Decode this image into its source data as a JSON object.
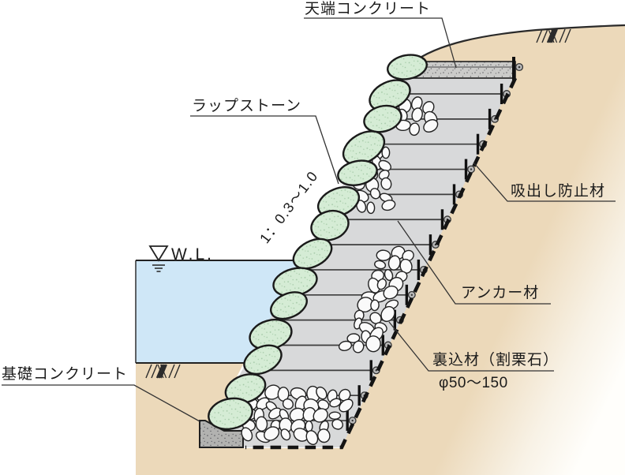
{
  "diagram": {
    "labels": {
      "crown_concrete": "天端コンクリート",
      "wrap_stone": "ラップストーン",
      "suction_prevention": "吸出し防止材",
      "anchor_material": "アンカー材",
      "backfill_line1": "裏込材（割栗石）",
      "backfill_line2": "φ50～150",
      "foundation_concrete": "基礎コンクリート",
      "water_level": "W.L.",
      "slope_ratio": "1：0.3～1.0"
    },
    "colors": {
      "soil": "#ecd9ba",
      "water": "#cfe7f7",
      "backfill_zone": "#d8d9da",
      "wrap_stone_green": "#d5ecd5",
      "crown_concrete": "#cbcbc9",
      "foundation_concrete": "#b2b2b0",
      "outline": "#1f1f1f"
    }
  }
}
